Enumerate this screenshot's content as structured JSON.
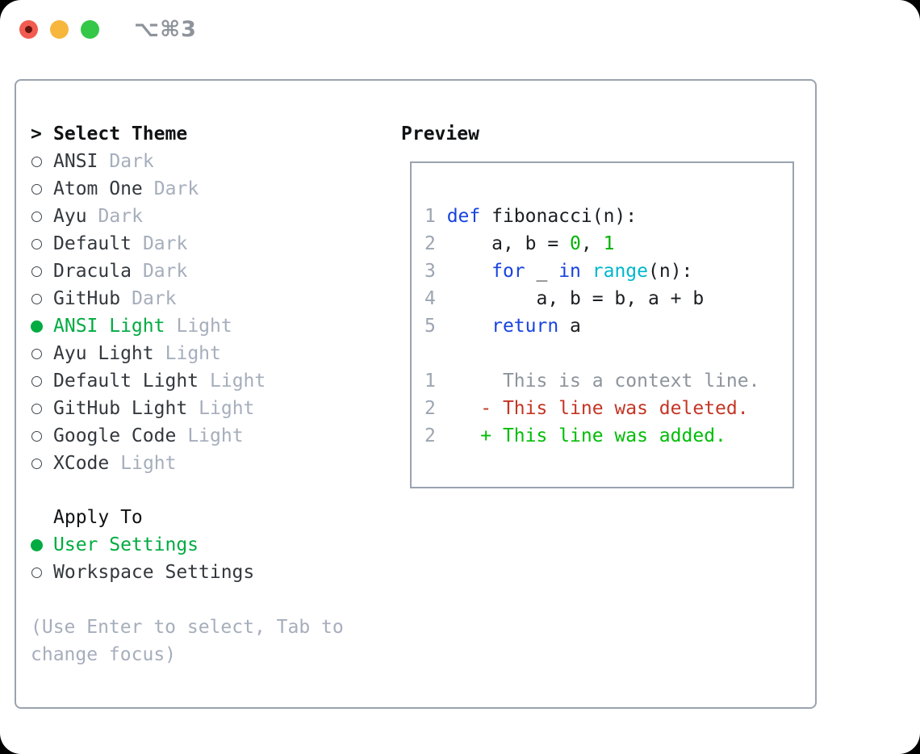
{
  "window": {
    "shortcut_label": "⌥⌘3"
  },
  "theme_selector": {
    "prompt": ">",
    "header": "Select Theme",
    "items": [
      {
        "name": "ANSI",
        "variant": "Dark",
        "selected": false
      },
      {
        "name": "Atom One",
        "variant": "Dark",
        "selected": false
      },
      {
        "name": "Ayu",
        "variant": "Dark",
        "selected": false
      },
      {
        "name": "Default",
        "variant": "Dark",
        "selected": false
      },
      {
        "name": "Dracula",
        "variant": "Dark",
        "selected": false
      },
      {
        "name": "GitHub",
        "variant": "Dark",
        "selected": false
      },
      {
        "name": "ANSI Light",
        "variant": "Light",
        "selected": true
      },
      {
        "name": "Ayu Light",
        "variant": "Light",
        "selected": false
      },
      {
        "name": "Default Light",
        "variant": "Light",
        "selected": false
      },
      {
        "name": "GitHub Light",
        "variant": "Light",
        "selected": false
      },
      {
        "name": "Google Code",
        "variant": "Light",
        "selected": false
      },
      {
        "name": "XCode",
        "variant": "Light",
        "selected": false
      }
    ]
  },
  "apply_to": {
    "header": "Apply To",
    "options": [
      {
        "label": "User Settings",
        "selected": true
      },
      {
        "label": "Workspace Settings",
        "selected": false
      }
    ]
  },
  "footer_hint": "(Use Enter to select, Tab to change focus)",
  "preview": {
    "header": "Preview",
    "lines": [
      {
        "tokens": [
          {
            "c": "lnum",
            "t": "1 "
          },
          {
            "c": "kw",
            "t": "def"
          },
          {
            "c": "plain",
            "t": " fibonacci(n):"
          }
        ]
      },
      {
        "tokens": [
          {
            "c": "lnum",
            "t": "2 "
          },
          {
            "c": "plain",
            "t": "    a, b = "
          },
          {
            "c": "num",
            "t": "0"
          },
          {
            "c": "plain",
            "t": ", "
          },
          {
            "c": "num",
            "t": "1"
          }
        ]
      },
      {
        "tokens": [
          {
            "c": "lnum",
            "t": "3 "
          },
          {
            "c": "plain",
            "t": "    "
          },
          {
            "c": "kw",
            "t": "for"
          },
          {
            "c": "plain",
            "t": " _ "
          },
          {
            "c": "kw",
            "t": "in"
          },
          {
            "c": "plain",
            "t": " "
          },
          {
            "c": "fn",
            "t": "range"
          },
          {
            "c": "plain",
            "t": "(n):"
          }
        ]
      },
      {
        "tokens": [
          {
            "c": "lnum",
            "t": "4 "
          },
          {
            "c": "plain",
            "t": "        a, b = b, a + b"
          }
        ]
      },
      {
        "tokens": [
          {
            "c": "lnum",
            "t": "5 "
          },
          {
            "c": "plain",
            "t": "    "
          },
          {
            "c": "kw",
            "t": "return"
          },
          {
            "c": "plain",
            "t": " a"
          }
        ]
      },
      {
        "tokens": []
      },
      {
        "tokens": [
          {
            "c": "lnum",
            "t": "1 "
          },
          {
            "c": "ctx",
            "t": "     This is a context line."
          }
        ]
      },
      {
        "tokens": [
          {
            "c": "lnum",
            "t": "2 "
          },
          {
            "c": "del",
            "t": "   - This line was deleted."
          }
        ]
      },
      {
        "tokens": [
          {
            "c": "lnum",
            "t": "2 "
          },
          {
            "c": "add",
            "t": "   + This line was added."
          }
        ]
      }
    ]
  },
  "colors": {
    "page_bg": "#000000",
    "window_bg": "#ffffff",
    "border": "#9aa3ae",
    "titlebar_text": "#8e939b",
    "traffic_red": "#f25c50",
    "traffic_red_dot": "#64140f",
    "traffic_yellow": "#f6b73c",
    "traffic_green": "#34c748",
    "text_heading": "#101214",
    "text_primary": "#33383e",
    "code_text": "#1b1e22",
    "muted": "#a6aebc",
    "line_number": "#9ca5b1",
    "context_gray": "#8d949c",
    "radio_ring": "#3e444b",
    "selected_green": "#00ab41",
    "added_green": "#00bd06",
    "number_green": "#00b303",
    "keyword_blue": "#1843e0",
    "builtin_cyan": "#00b7cc",
    "deleted_red": "#c43524"
  }
}
